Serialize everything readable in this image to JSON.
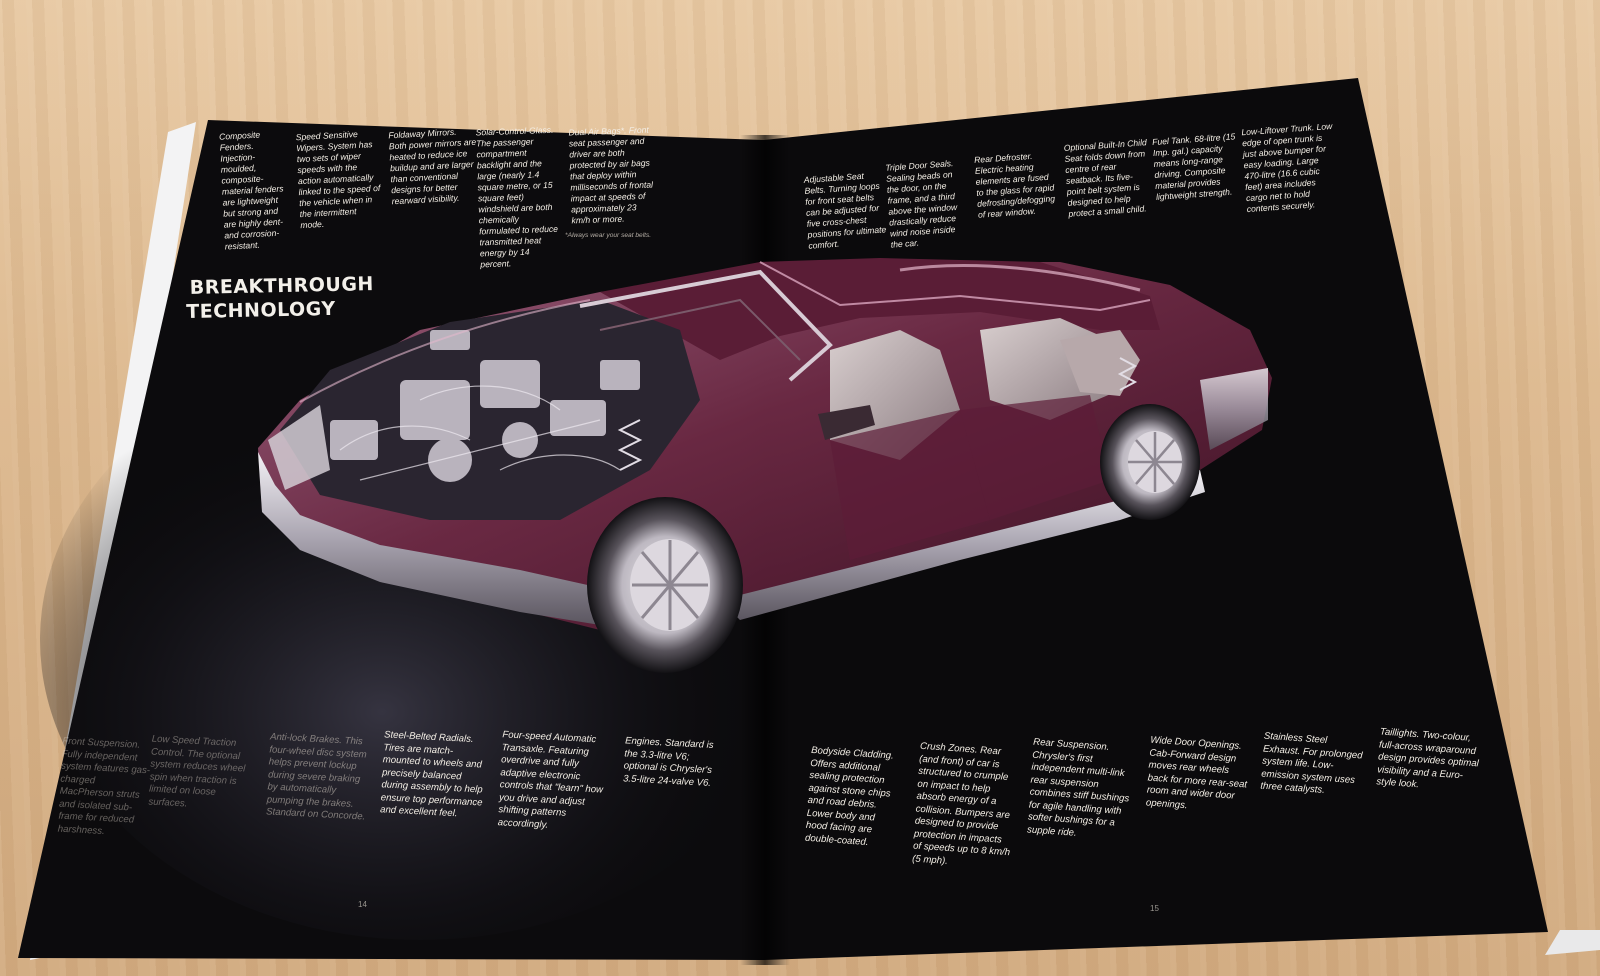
{
  "heading": {
    "line1": "BREAKTHROUGH",
    "line2": "TECHNOLOGY"
  },
  "top_left_columns": [
    "Composite Fenders. Injection-moulded, composite-material fenders are lightweight but strong and are highly dent- and corrosion-resistant.",
    "Speed Sensitive Wipers. System has two sets of wiper speeds with the action automatically linked to the speed of the vehicle when in the intermittent mode.",
    "Foldaway Mirrors. Both power mirrors are heated to reduce ice buildup and are larger than conventional designs for better rearward visibility.",
    "Solar-Control-Glass. The passenger compartment backlight and the large (nearly 1.4 square metre, or 15 square feet) windshield are both chemically formulated to reduce transmitted heat energy by 14 percent.",
    "Dual Air Bags*. Front seat passenger and driver are both protected by air bags that deploy within milliseconds of frontal impact at speeds of approximately 23 km/h or more."
  ],
  "airbag_footnote": "*Always wear your seat belts.",
  "top_right_columns": [
    "Adjustable Seat Belts. Turning loops for front seat belts can be adjusted for five cross-chest positions for ultimate comfort.",
    "Triple Door Seals. Sealing beads on the door, on the frame, and a third above the window drastically reduce wind noise inside the car.",
    "Rear Defroster. Electric heating elements are fused to the glass for rapid defrosting/defogging of rear window.",
    "Optional Built-In Child Seat folds down from centre of rear seatback. Its five-point belt system is designed to help protect a small child.",
    "Fuel Tank. 68-litre (15 Imp. gal.) capacity means long-range driving. Composite material provides lightweight strength.",
    "Low-Liftover Trunk. Low edge of open trunk is just above bumper for easy loading. Large 470-litre (16.6 cubic feet) area includes cargo net to hold contents securely."
  ],
  "bottom_left_columns": [
    "Front Suspension. Fully independent system features gas-charged MacPherson struts and isolated sub-frame for reduced harshness.",
    "Low Speed Traction Control. The optional system reduces wheel spin when traction is limited on loose surfaces.",
    "Anti-lock Brakes. This four-wheel disc system helps prevent lockup during severe braking by automatically pumping the brakes. Standard on Concorde.",
    "Steel-Belted Radials. Tires are match-mounted to wheels and precisely balanced during assembly to help ensure top performance and excellent feel.",
    "Four-speed Automatic Transaxle. Featuring overdrive and fully adaptive electronic controls that \"learn\" how you drive and adjust shifting patterns accordingly.",
    "Engines. Standard is the 3.3-litre V6; optional is Chrysler's 3.5-litre 24-valve V6."
  ],
  "bottom_right_columns": [
    "Bodyside Cladding. Offers additional sealing protection against stone chips and road debris. Lower body and hood facing are double-coated.",
    "Crush Zones. Rear (and front) of car is structured to crumple on impact to help absorb energy of a collision. Bumpers are designed to provide protection in impacts of speeds up to 8 km/h (5 mph).",
    "Rear Suspension. Chrysler's first independent multi-link rear suspension combines stiff bushings for agile handling with softer bushings for a supple ride.",
    "Wide Door Openings. Cab-Forward design moves rear wheels back for more rear-seat room and wider door openings.",
    "Stainless Steel Exhaust. For prolonged system life. Low-emission system uses three catalysts.",
    "Taillights. Two-colour, full-across wraparound design provides optimal visibility and a Euro-style look."
  ],
  "page_numbers": {
    "left": "14",
    "right": "15"
  },
  "colors": {
    "page": "#0c0b0d",
    "car_body": "#6e2a45",
    "text": "#f4efe6"
  }
}
